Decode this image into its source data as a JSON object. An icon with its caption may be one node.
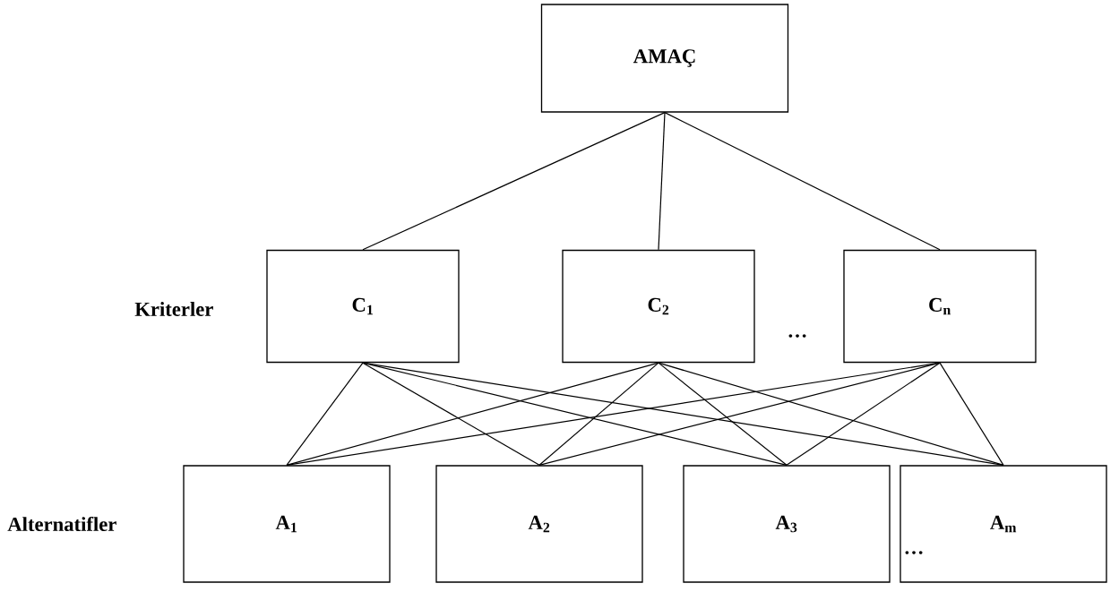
{
  "diagram": {
    "nodes": [
      {
        "text": [
          "AMAÇ"
        ]
      },
      {
        "text": [
          "C$_{1}$"
        ]
      },
      {
        "text": [
          "C$_{2}$"
        ]
      },
      {
        "text": [
          "C$_{n}$"
        ]
      },
      {
        "text": [
          "A$_{1}$"
        ]
      },
      {
        "text": [
          "A$_{2}$"
        ]
      },
      {
        "text": [
          "A$_{3}$"
        ]
      },
      {
        "text": [
          "A$_{m}$"
        ]
      }
    ],
    "edges": [
      {
        "from": 0,
        "to": 1,
        "arrow": "none"
      },
      {
        "from": 0,
        "to": 2,
        "arrow": "none"
      },
      {
        "from": 0,
        "to": 3,
        "arrow": "none"
      },
      {
        "from": 1,
        "to": 4,
        "arrow": "none"
      },
      {
        "from": 1,
        "to": 5,
        "arrow": "none"
      },
      {
        "from": 1,
        "to": 6,
        "arrow": "none"
      },
      {
        "from": 1,
        "to": 7,
        "arrow": "none"
      },
      {
        "from": 2,
        "to": 4,
        "arrow": "none"
      },
      {
        "from": 2,
        "to": 5,
        "arrow": "none"
      },
      {
        "from": 2,
        "to": 6,
        "arrow": "none"
      },
      {
        "from": 2,
        "to": 7,
        "arrow": "none"
      },
      {
        "from": 3,
        "to": 4,
        "arrow": "none"
      },
      {
        "from": 3,
        "to": 5,
        "arrow": "none"
      },
      {
        "from": 3,
        "to": 6,
        "arrow": "none"
      },
      {
        "from": 3,
        "to": 7,
        "arrow": "none"
      }
    ],
    "labels": [
      "Kriterler",
      "…",
      "Alternatifler",
      "…"
    ]
  }
}
